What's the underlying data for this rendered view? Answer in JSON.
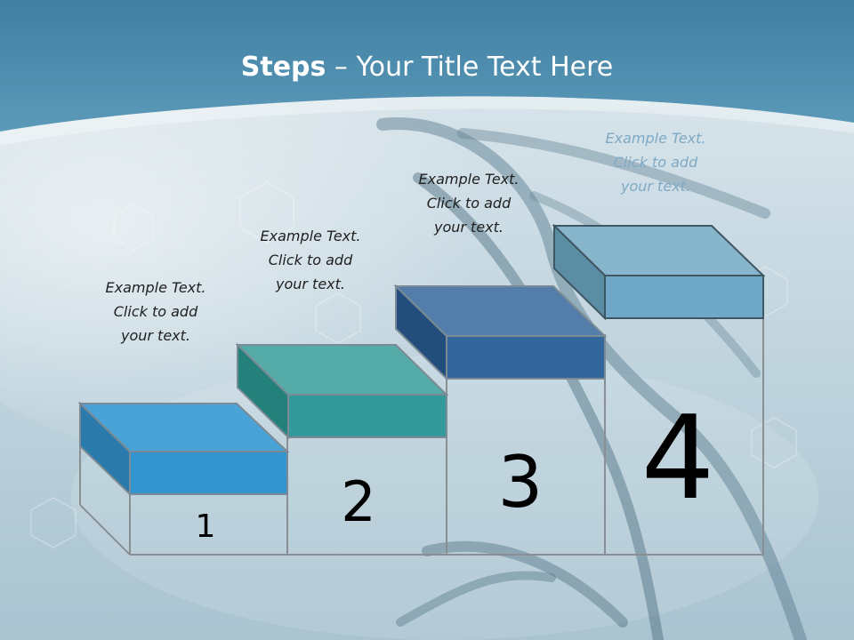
{
  "title": {
    "bold": "Steps",
    "rest": " – Your Title Text Here"
  },
  "captions": [
    {
      "line1": "Example Text.",
      "line2": "Click  to add",
      "line3": "your text."
    },
    {
      "line1": "Example Text.",
      "line2": "Click  to add",
      "line3": "your text."
    },
    {
      "line1": "Example Text.",
      "line2": "Click  to add",
      "line3": "your text."
    },
    {
      "line1": "Example Text.",
      "line2": "Click  to add",
      "line3": "your text."
    }
  ],
  "steps": [
    {
      "number": "1",
      "color_top": "#4aa3d6",
      "color_front": "#3395cf",
      "color_side": "#2a7aab"
    },
    {
      "number": "2",
      "color_top": "#55aba8",
      "color_front": "#34999a",
      "color_side": "#23807b"
    },
    {
      "number": "3",
      "color_top": "#547eaa",
      "color_front": "#33669d",
      "color_side": "#234e7c"
    },
    {
      "number": "4",
      "color_top": "#86b5cc",
      "color_front": "#6fa9c7",
      "color_side": "#5b8ea4"
    }
  ],
  "colors": {
    "header": "#4a8db0",
    "header_dark": "#2e6e92"
  }
}
